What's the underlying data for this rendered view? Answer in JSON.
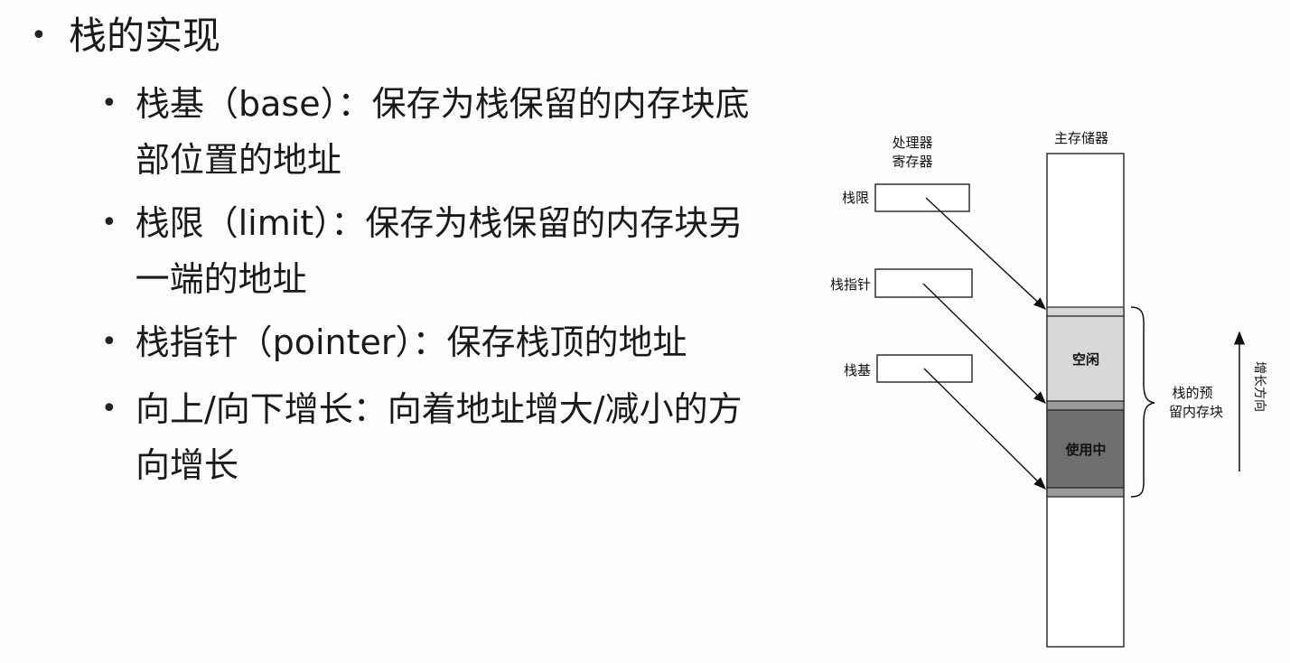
{
  "heading": "栈的实现",
  "bullets": [
    "栈基（base）：保存为栈保留的内存块底部位置的地址",
    "栈限（limit）：保存为栈保留的内存块另一端的地址",
    "栈指针（pointer）：保存栈顶的地址",
    "向上/向下增长：向着地址增大/减小的方向增长"
  ],
  "diagram": {
    "processor_registers_line1": "处理器",
    "processor_registers_line2": "寄存器",
    "main_memory": "主存储器",
    "register_limit": "栈限",
    "register_pointer": "栈指针",
    "register_base": "栈基",
    "free_label": "空闲",
    "used_label": "使用中",
    "reserved_block_line1": "栈的预",
    "reserved_block_line2": "留内存块",
    "growth_label": "增长方向"
  }
}
